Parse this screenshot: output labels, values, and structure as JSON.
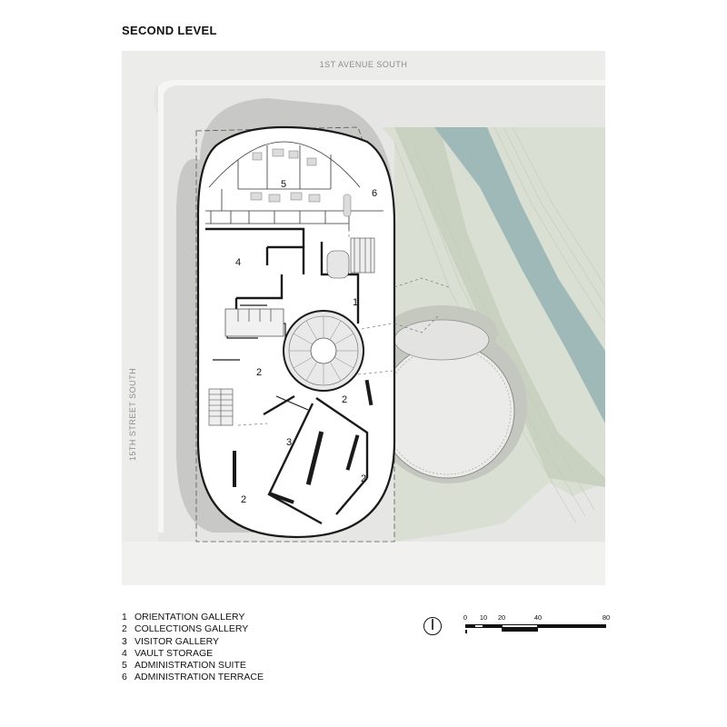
{
  "title": "SECOND LEVEL",
  "streets": {
    "top": "1ST AVENUE SOUTH",
    "left": "15TH STREET SOUTH"
  },
  "room_labels": {
    "r1": "1",
    "r2a": "2",
    "r2b": "2",
    "r2c": "2",
    "r2d": "2",
    "r3": "3",
    "r4": "4",
    "r5": "5",
    "r6": "6"
  },
  "legend": [
    {
      "num": "1",
      "label": "ORIENTATION GALLERY"
    },
    {
      "num": "2",
      "label": "COLLECTIONS GALLERY"
    },
    {
      "num": "3",
      "label": "VISITOR GALLERY"
    },
    {
      "num": "4",
      "label": "VAULT STORAGE"
    },
    {
      "num": "5",
      "label": "ADMINISTRATION SUITE"
    },
    {
      "num": "6",
      "label": "ADMINISTRATION TERRACE"
    }
  ],
  "scale": {
    "ticks": [
      "0",
      "10",
      "20",
      "40",
      "80"
    ]
  },
  "colors": {
    "site_gray": "#e6e6e4",
    "street": "#f3f3f2",
    "landscape": "#d9dfd2",
    "water": "#9fb9b9",
    "shadow": "#bdbdbb",
    "floor": "#ffffff",
    "wall": "#1a1a1a"
  }
}
